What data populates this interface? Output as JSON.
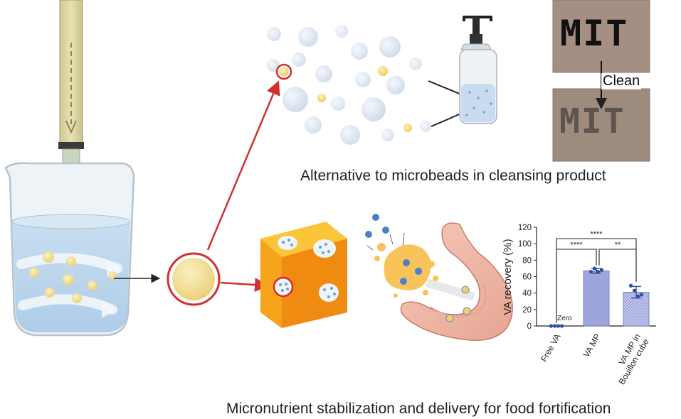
{
  "captions": {
    "top": "Alternative to microbeads in cleansing product",
    "bottom": "Micronutrient stabilization and delivery for food fortification"
  },
  "photos": {
    "word": "MIT",
    "arrow_label": "Clean"
  },
  "colors": {
    "arrow_red": "#d32f2f",
    "liquid_blue": "#b9d7ee",
    "particle_yellow": "#f3dc8a",
    "cube_orange": "#f59a16",
    "bar_fill": "#9ea4dc"
  },
  "chart_data": {
    "type": "bar",
    "categories": [
      "Free VA",
      "VA MP",
      "VA MP in Bouillon cube"
    ],
    "values": [
      0,
      67,
      41
    ],
    "points": [
      [
        0,
        0,
        0,
        0
      ],
      [
        66,
        70,
        66,
        68
      ],
      [
        49,
        43,
        36,
        38
      ]
    ],
    "error": [
      0,
      3,
      7
    ],
    "ylabel": "VA recovery (%)",
    "ylim": [
      0,
      120
    ],
    "yticks": [
      0,
      20,
      40,
      60,
      80,
      100,
      120
    ],
    "annotations": [
      {
        "text": "Zero",
        "category": "Free VA"
      },
      {
        "text": "****",
        "from": "Free VA",
        "to": "VA MP in Bouillon cube"
      },
      {
        "text": "****",
        "from": "Free VA",
        "to": "VA MP"
      },
      {
        "text": "**",
        "from": "VA MP",
        "to": "VA MP in Bouillon cube"
      }
    ]
  }
}
